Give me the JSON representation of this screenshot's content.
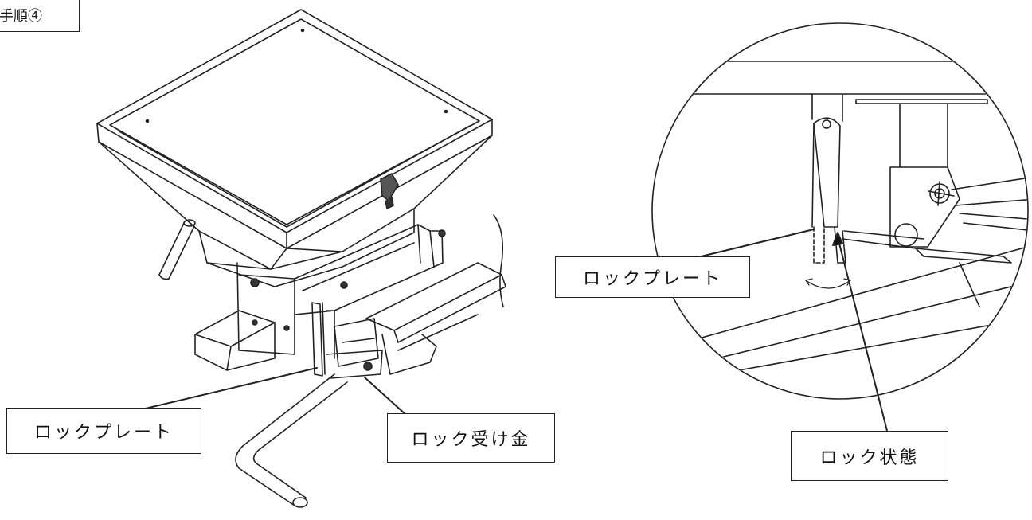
{
  "step_label": "手順④",
  "labels": {
    "lock_plate_left": "ロックプレート",
    "lock_catch": "ロック受け金",
    "lock_plate_right": "ロックプレート",
    "lock_state": "ロック状態"
  }
}
